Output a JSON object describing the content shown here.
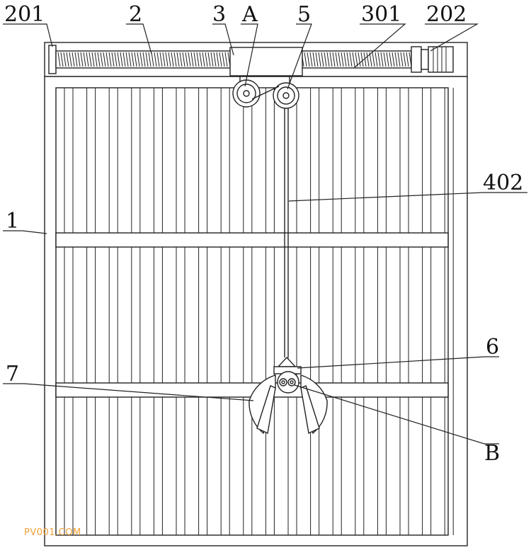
{
  "callouts": {
    "c201": "201",
    "c2": "2",
    "c3": "3",
    "cA": "A",
    "c5": "5",
    "c301": "301",
    "c202": "202",
    "c402": "402",
    "c1": "1",
    "c6": "6",
    "c7": "7",
    "cB": "B"
  },
  "watermark": "PV001.COM",
  "colors": {
    "line": "#222222",
    "watermark": "#f2a23a"
  }
}
